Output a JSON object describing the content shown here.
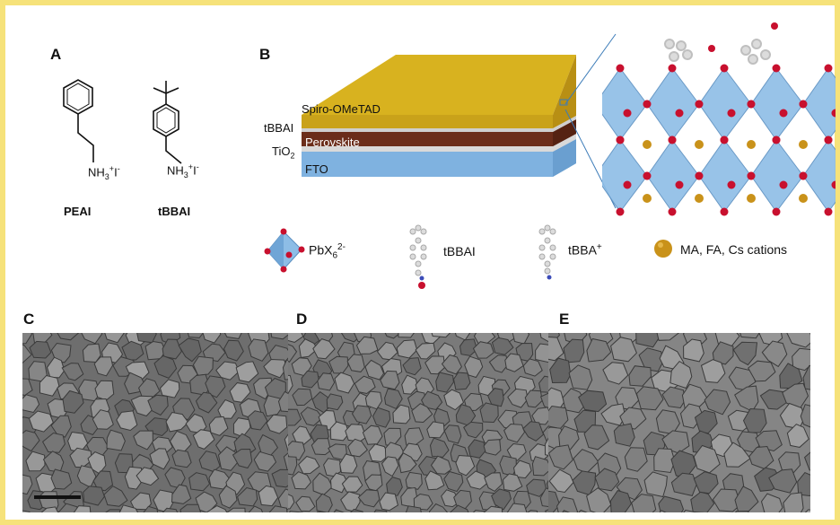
{
  "panels": {
    "a": "A",
    "b": "B",
    "c": "C",
    "d": "D",
    "e": "E"
  },
  "panel_a": {
    "molecule1": {
      "name": "PEAI",
      "amine": "NH",
      "sub3": "3",
      "sup": "+",
      "iodide": "I",
      "iodide_sup": "-"
    },
    "molecule2": {
      "name": "tBBAI",
      "amine": "NH",
      "sub3": "3",
      "sup": "+",
      "iodide": "I",
      "iodide_sup": "-"
    }
  },
  "panel_b": {
    "layers": {
      "spiro": "Spiro-OMeTAD",
      "tbbai": "tBBAI",
      "perovskite": "Perovskite",
      "tio2_main": "TiO",
      "tio2_sub": "2",
      "fto": "FTO"
    },
    "colors": {
      "spiro": "#d8b21f",
      "perovskite": "#6b2d1a",
      "fto": "#7fb2e0",
      "octahedron": "#8dbde6",
      "halide": "#c8102e",
      "cation": "#c9921a",
      "frame": "#f6e27a"
    }
  },
  "legend": {
    "pbx6_main": "PbX",
    "pbx6_sub": "6",
    "pbx6_sup": "2-",
    "tbbai": "tBBAI",
    "tbba_main": "tBBA",
    "tbba_sup": "+",
    "cations": "MA, FA, Cs cations"
  },
  "sem_images": [
    {
      "panel": "C",
      "note": "SEM micrograph, scale bar shown"
    },
    {
      "panel": "D",
      "note": "SEM micrograph"
    },
    {
      "panel": "E",
      "note": "SEM micrograph"
    }
  ]
}
